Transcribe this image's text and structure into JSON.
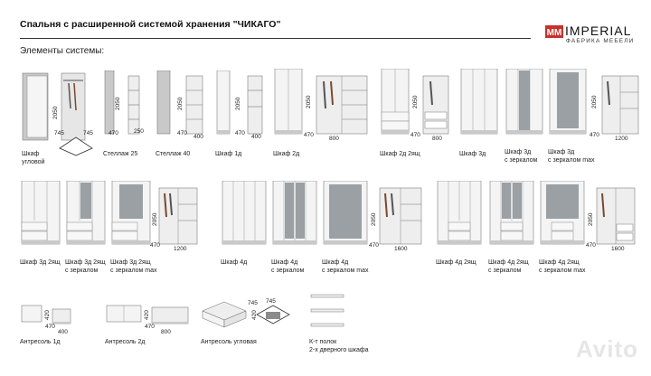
{
  "header": {
    "title": "Спальня с расширенной системой хранения \"ЧИКАГО\"",
    "subtitle": "Элементы системы:"
  },
  "logo": {
    "brand": "IMPERIAL",
    "tagline": "ФАБРИКА МЕБЕЛИ",
    "mark": "MM"
  },
  "colors": {
    "white": "#f4f4f4",
    "concrete": "#c9c9c9",
    "line": "#555555",
    "mirror": "#9aa0a4"
  },
  "row1": {
    "corner": {
      "line1": "Шкаф",
      "line2": "угловой",
      "h": "2050",
      "d1": "745",
      "d2": "745"
    },
    "shelf25": {
      "label": "Стеллаж 25",
      "h": "2050",
      "d": "470",
      "w": "250"
    },
    "shelf40": {
      "label": "Стеллаж 40",
      "h": "2050",
      "d": "470",
      "w": "400"
    },
    "w1d": {
      "label": "Шкаф 1д",
      "h": "2050",
      "d": "470",
      "w": "400"
    },
    "w2d": {
      "label": "Шкаф 2д",
      "h": "2050",
      "d": "470",
      "w": "800"
    },
    "w2d2": {
      "label": "Шкаф 2д 2ящ",
      "h": "2050",
      "d": "470",
      "w": "800"
    },
    "w3d": {
      "label": "Шкаф 3д"
    },
    "w3dm": {
      "line1": "Шкаф 3д",
      "line2": "с зеркалом"
    },
    "w3dmm": {
      "line1": "Шкаф 3д",
      "line2": "с зеркалом max",
      "h": "2050",
      "d": "470",
      "w": "1200"
    }
  },
  "row2": {
    "w3d2": {
      "label": "Шкаф 3д 2ящ"
    },
    "w3d2m": {
      "line1": "Шкаф 3д 2ящ",
      "line2": "с зеркалом"
    },
    "w3d2mm": {
      "line1": "Шкаф 3д 2ящ",
      "line2": "с зеркалом max",
      "h": "2050",
      "d": "470",
      "w": "1200"
    },
    "w4d": {
      "label": "Шкаф 4д"
    },
    "w4dm": {
      "line1": "Шкаф 4д",
      "line2": "с зеркалом"
    },
    "w4dmm": {
      "line1": "Шкаф 4д",
      "line2": "с зеркалом max",
      "h": "2050",
      "d": "470",
      "w": "1600"
    },
    "w4d2": {
      "label": "Шкаф 4д 2ящ"
    },
    "w4d2m": {
      "line1": "Шкаф 4д 2ящ",
      "line2": "с зеркалом"
    },
    "w4d2mm": {
      "line1": "Шкаф 4д 2ящ",
      "line2": "с зеркалом max",
      "h": "2050",
      "d": "470",
      "w": "1600"
    }
  },
  "row3": {
    "ant1": {
      "label": "Антресоль 1д",
      "h": "420",
      "d": "470",
      "w": "400"
    },
    "ant2": {
      "label": "Антресоль 2д",
      "h": "420",
      "d": "470",
      "w": "800"
    },
    "antc": {
      "label": "Антресоль угловая",
      "h": "420",
      "d1": "745",
      "d2": "745"
    },
    "shelves": {
      "line1": "К-т полок",
      "line2": "2-х дверного шкафа"
    }
  },
  "watermark": "Avito"
}
